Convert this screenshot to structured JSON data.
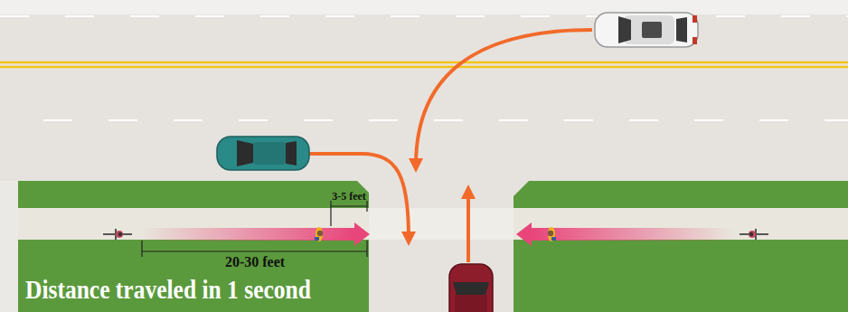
{
  "diagram": {
    "labels": [
      "3-5 feet",
      "20-30 feet",
      "Distance traveled in 1 second"
    ]
  }
}
